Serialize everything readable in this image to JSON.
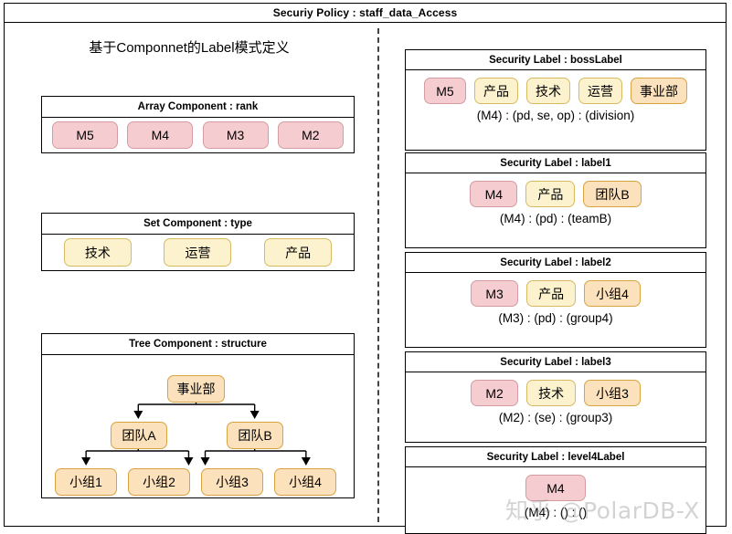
{
  "header": {
    "title": "Securiy Policy : staff_data_Access"
  },
  "left_panel": {
    "heading": "基于Componnet的Label模式定义",
    "components": [
      {
        "id": "array",
        "title": "Array Component : rank",
        "items": [
          "M5",
          "M4",
          "M3",
          "M2"
        ]
      },
      {
        "id": "set",
        "title": "Set Component : type",
        "items": [
          "技术",
          "运营",
          "产品"
        ]
      },
      {
        "id": "tree",
        "title": "Tree Component : structure",
        "root": "事业部",
        "level2": [
          "团队A",
          "团队B"
        ],
        "level3": [
          "小组1",
          "小组2",
          "小组3",
          "小组4"
        ]
      }
    ]
  },
  "right_panel": {
    "cards": [
      {
        "title": "Security Label : bossLabel",
        "chips": [
          {
            "text": "M5",
            "color": "pink"
          },
          {
            "text": "产品",
            "color": "yellow"
          },
          {
            "text": "技术",
            "color": "yellow"
          },
          {
            "text": "运营",
            "color": "yellow"
          },
          {
            "text": "事业部",
            "color": "orange"
          }
        ],
        "formula": "(M4) : (pd, se, op) : (division)"
      },
      {
        "title": "Security Label : label1",
        "chips": [
          {
            "text": "M4",
            "color": "pink"
          },
          {
            "text": "产品",
            "color": "yellow"
          },
          {
            "text": "团队B",
            "color": "orange"
          }
        ],
        "formula": "(M4) : (pd) : (teamB)"
      },
      {
        "title": "Security Label : label2",
        "chips": [
          {
            "text": "M3",
            "color": "pink"
          },
          {
            "text": "产品",
            "color": "yellow"
          },
          {
            "text": "小组4",
            "color": "orange"
          }
        ],
        "formula": "(M3) : (pd) : (group4)"
      },
      {
        "title": "Security Label : label3",
        "chips": [
          {
            "text": "M2",
            "color": "pink"
          },
          {
            "text": "技术",
            "color": "yellow"
          },
          {
            "text": "小组3",
            "color": "orange"
          }
        ],
        "formula": "(M2) : (se) : (group3)"
      },
      {
        "title": "Security Label : level4Label",
        "chips": [
          {
            "text": "M4",
            "color": "pink"
          }
        ],
        "formula": "(M4) : () : ()"
      }
    ]
  },
  "watermark": {
    "text": "知乎 @PolarDB-X"
  },
  "colors": {
    "chip_pink_fill": "#f5cdd0",
    "chip_pink_border": "#d49ba3",
    "chip_yellow_fill": "#fcf2cd",
    "chip_yellow_border": "#d6bb63",
    "chip_orange_fill": "#fce1bd",
    "chip_orange_border": "#d8a341",
    "line": "#000000",
    "background": "#ffffff"
  }
}
